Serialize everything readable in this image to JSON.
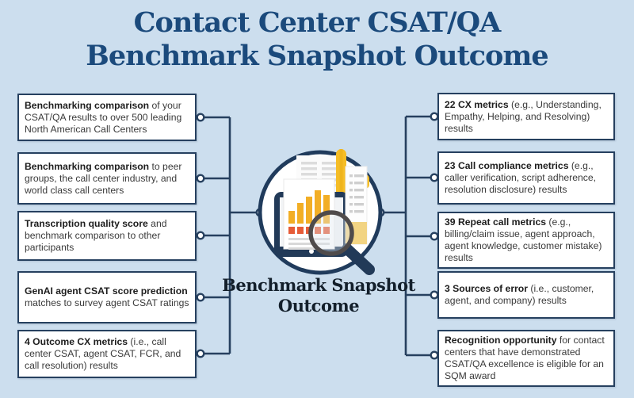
{
  "title": {
    "line1": "Contact Center CSAT/QA",
    "line2": "Benchmark Snapshot Outcome"
  },
  "center": {
    "caption_line1": "Benchmark Snapshot",
    "caption_line2": "Outcome",
    "illustration_icons": [
      "tablet-icon",
      "document-icon",
      "bar-chart-icon",
      "receipt-icon",
      "pencil-icon",
      "magnifier-icon"
    ]
  },
  "left_boxes": [
    {
      "bold": "Benchmarking comparison",
      "rest": " of your CSAT/QA results to over 500 leading North American Call Centers"
    },
    {
      "bold": "Benchmarking comparison",
      "rest": " to peer groups, the call center industry, and world class call centers"
    },
    {
      "bold": "Transcription quality score",
      "rest": " and benchmark comparison to other participants"
    },
    {
      "bold": "GenAI agent CSAT score prediction",
      "rest": " matches to survey agent CSAT ratings"
    },
    {
      "bold": "4 Outcome CX metrics",
      "rest": " (i.e., call center CSAT, agent CSAT, FCR, and call resolution) results"
    }
  ],
  "right_boxes": [
    {
      "bold": "22 CX metrics",
      "rest": " (e.g., Understanding, Empathy, Helping, and Resolving) results"
    },
    {
      "bold": "23 Call compliance metrics",
      "rest": " (e.g., caller verification, script adherence, resolution disclosure) results"
    },
    {
      "bold": "39 Repeat call metrics",
      "rest": " (e.g., billing/claim issue, agent approach, agent knowledge, customer mistake) results"
    },
    {
      "bold": "3 Sources of error",
      "rest": " (i.e., customer, agent, and company) results"
    },
    {
      "bold": "Recognition opportunity",
      "rest": " for contact centers that have demonstrated CSAT/QA excellence is eligible for an SQM award"
    }
  ],
  "colors": {
    "background": "#ccdeee",
    "line_navy": "#26405f",
    "title_navy": "#1b4a7c",
    "caption_dark": "#131f2b",
    "box_background": "#ffffff",
    "body_text": "#3a3a3a",
    "accent_yellow": "#f2ae25",
    "accent_orange": "#e65c38"
  }
}
